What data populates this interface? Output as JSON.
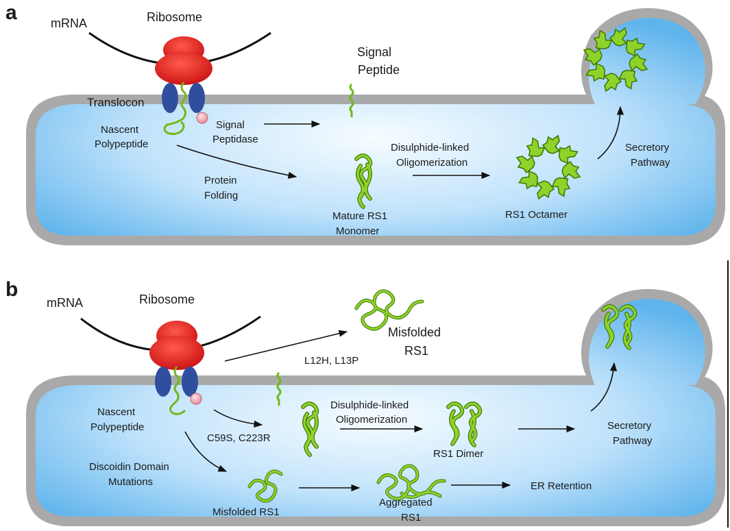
{
  "panel_a": {
    "letter": "a",
    "mrna": "mRNA",
    "ribosome": "Ribosome",
    "translocon": "Translocon",
    "signal_peptide": [
      "Signal",
      "Peptide"
    ],
    "nascent_polypeptide": [
      "Nascent",
      "Polypeptide"
    ],
    "signal_peptidase": [
      "Signal",
      "Peptidase"
    ],
    "protein_folding": [
      "Protein",
      "Folding"
    ],
    "disulphide": [
      "Disulphide-linked",
      "Oligomerization"
    ],
    "mature_monomer": [
      "Mature RS1",
      "Monomer"
    ],
    "octamer": "RS1 Octamer",
    "secretory": [
      "Secretory",
      "Pathway"
    ]
  },
  "panel_b": {
    "letter": "b",
    "mrna": "mRNA",
    "ribosome": "Ribosome",
    "misfolded_top": [
      "Misfolded",
      "RS1"
    ],
    "mutations_l": "L12H, L13P",
    "nascent_polypeptide": [
      "Nascent",
      "Polypeptide"
    ],
    "mutations_c": "C59S, C223R",
    "disulphide": [
      "Disulphide-linked",
      "Oligomerization"
    ],
    "dimer": "RS1 Dimer",
    "secretory": [
      "Secretory",
      "Pathway"
    ],
    "discoidin": [
      "Discoidin Domain",
      "Mutations"
    ],
    "misfolded_bottom": "Misfolded RS1",
    "aggregated": [
      "Aggregated",
      "RS1"
    ],
    "er_retention": "ER Retention"
  },
  "colors": {
    "membrane": "#a8a8a8",
    "lumen_center": "#f4fbff",
    "lumen_edge": "#5fb4ec",
    "ribosome": "#e01b1b",
    "translocon": "#2f4f9e",
    "protein": "#7cc41c",
    "protein_dark": "#3f7a0a",
    "peptidase": "#f0a0a8"
  }
}
